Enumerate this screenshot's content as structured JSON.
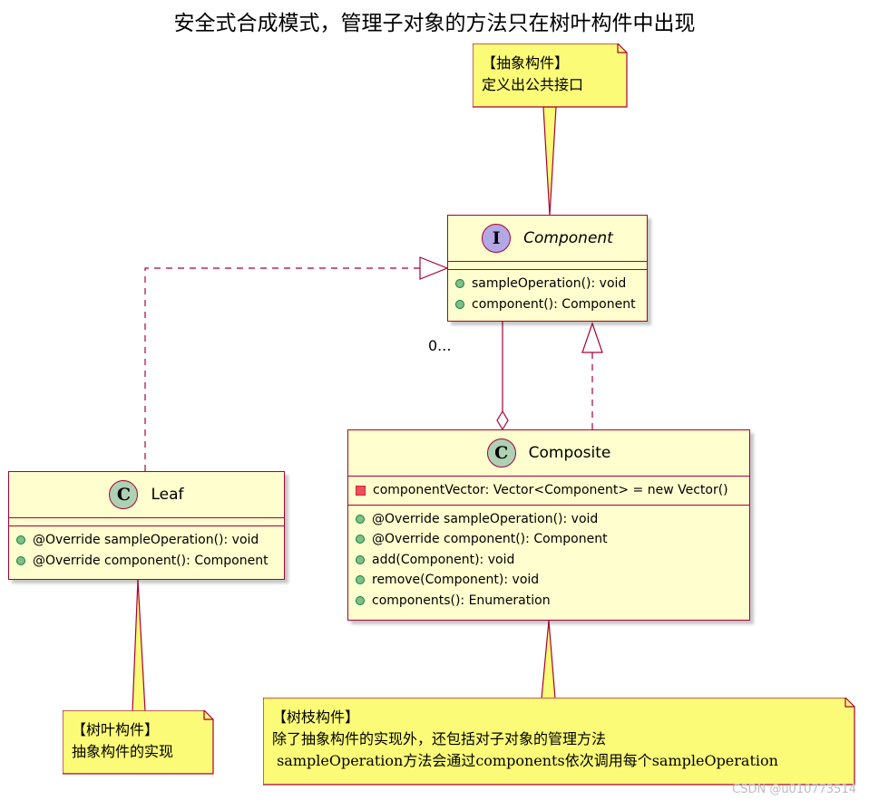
{
  "title": "安全式合成模式，管理子对象的方法只在树叶构件中出现",
  "component": {
    "stereotype": "I",
    "name": "Component",
    "methods": [
      "sampleOperation(): void",
      "component(): Component"
    ]
  },
  "composite": {
    "stereotype": "C",
    "name": "Composite",
    "fields": [
      "componentVector: Vector<Component> = new Vector()"
    ],
    "methods": [
      "@Override sampleOperation(): void",
      "@Override component(): Component",
      "add(Component): void",
      "remove(Component): void",
      "components(): Enumeration"
    ]
  },
  "leaf": {
    "stereotype": "C",
    "name": "Leaf",
    "methods": [
      "@Override sampleOperation(): void",
      "@Override component(): Component"
    ]
  },
  "notes": {
    "component": [
      "【抽象构件】",
      "定义出公共接口"
    ],
    "leaf": [
      "【树叶构件】",
      "抽象构件的实现"
    ],
    "composite": [
      "【树枝构件】",
      "除了抽象构件的实现外，还包括对子对象的管理方法",
      " sampleOperation方法会通过components依次调用每个sampleOperation"
    ]
  },
  "multiplicity": "0...",
  "watermark": "CSDN @u010773514",
  "colors": {
    "border": "#a80036",
    "class_bg": "#fefece",
    "note_bg": "#fbfb77",
    "interface_badge": "#b4a7e5",
    "class_badge": "#add1b2",
    "public_dot": "#84be84",
    "private_square": "#f24d5c"
  }
}
